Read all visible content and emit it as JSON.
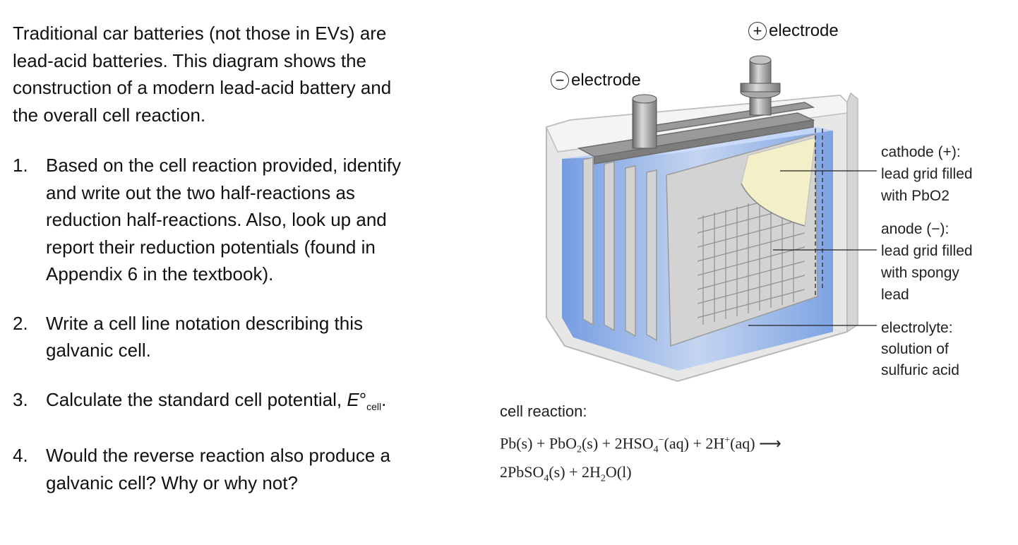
{
  "intro": [
    "Traditional car batteries (not those in EVs) are",
    "lead-acid batteries. This diagram shows the",
    "construction of a modern lead-acid battery and",
    "the overall cell reaction."
  ],
  "questions": [
    {
      "num": "1.",
      "lines": [
        "Based on the cell reaction provided, identify",
        "and write out the two half-reactions as",
        "reduction half-reactions. Also, look up and",
        "report their reduction potentials (found in",
        "Appendix 6 in the textbook)."
      ]
    },
    {
      "num": "2.",
      "lines": [
        "Write a cell line notation describing this",
        "galvanic cell."
      ]
    },
    {
      "num": "4.",
      "lines": [
        "Would the reverse reaction also produce a",
        "galvanic cell? Why or why not?"
      ]
    }
  ],
  "q3": {
    "num": "3.",
    "text": "Calculate the standard cell potential, ",
    "symbol": "E",
    "deg": "°",
    "sub": "cell",
    "end": "."
  },
  "diagram": {
    "pos_electrode": {
      "sign": "+",
      "text": "electrode"
    },
    "neg_electrode": {
      "sign": "−",
      "text": "electrode"
    },
    "cathode_label": [
      "cathode (+):",
      "lead grid filled",
      "with PbO2"
    ],
    "anode_label": [
      "anode (−):",
      "lead grid filled",
      "with spongy",
      "lead"
    ],
    "electrolyte_label": [
      "electrolyte:",
      "solution of",
      "sulfuric acid"
    ],
    "colors": {
      "casing": "#e4e4e4",
      "electrolyte": "#7fa6e6",
      "plate": "#cfcfcf",
      "cathode_fill": "#f3efc9"
    }
  },
  "reaction": {
    "head": "cell reaction:",
    "line1": {
      "a": "Pb(s) + PbO",
      "b": "2",
      "c": "(s) + 2HSO",
      "d": "4",
      "e": "−",
      "f": "(aq) + 2H",
      "g": "+",
      "h": "(aq) ⟶"
    },
    "line2": {
      "a": "2PbSO",
      "b": "4",
      "c": "(s) + 2H",
      "d": "2",
      "e": "O(l)"
    }
  }
}
